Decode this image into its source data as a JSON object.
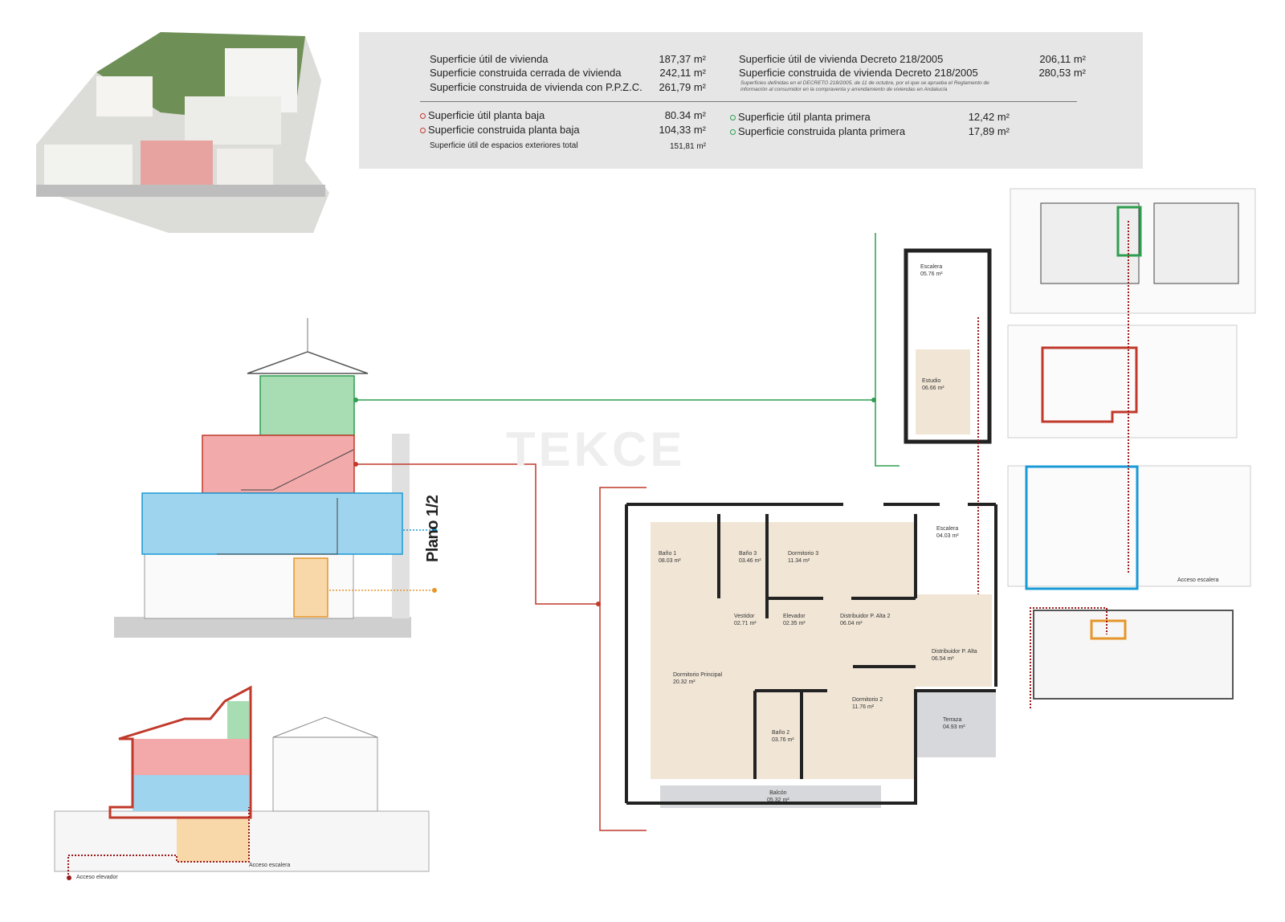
{
  "summary": {
    "left": [
      {
        "label": "Superficie útil de vivienda",
        "value": "187,37 m²"
      },
      {
        "label": "Superficie construida cerrada de vivienda",
        "value": "242,11 m²"
      },
      {
        "label": "Superficie construida de vivienda con P.P.Z.C.",
        "value": "261,79 m²"
      }
    ],
    "right": [
      {
        "label": "Superficie útil de vivienda Decreto 218/2005",
        "value": "206,11 m²"
      },
      {
        "label": "Superficie construida de vivienda Decreto 218/2005",
        "value": "280,53 m²"
      }
    ],
    "note": "Superficies definidas en el DECRETO 218/2005, de 11 de octubre, por el que se aprueba el Reglamento de información al consumidor en la compraventa y arrendamiento de viviendas en Andalucía",
    "ground": [
      {
        "label": "Superficie útil planta baja",
        "value": "80.34 m²"
      },
      {
        "label": "Superficie construida planta baja",
        "value": "104,33 m²"
      }
    ],
    "exterior": {
      "label": "Superficie útil de espacios exteriores total",
      "value": "151,81 m²"
    },
    "first": [
      {
        "label": "Superficie útil planta primera",
        "value": "12,42 m²"
      },
      {
        "label": "Superficie construida planta primera",
        "value": "17,89 m²"
      }
    ],
    "colors": {
      "ground": "#c0392b",
      "first": "#2e9e4f"
    }
  },
  "plan_label": "Plano 1/2",
  "watermark": "TEKCE",
  "studio_rooms": [
    {
      "name": "Escalera",
      "area": "05.76 m²"
    },
    {
      "name": "Estudio",
      "area": "06.66 m²"
    }
  ],
  "rooms": [
    {
      "name": "Baño 1",
      "area": "08.03 m²"
    },
    {
      "name": "Baño 3",
      "area": "03.46 m²"
    },
    {
      "name": "Dormitorio 3",
      "area": "11.34 m²"
    },
    {
      "name": "Escalera",
      "area": "04.03 m²"
    },
    {
      "name": "Vestidor",
      "area": "02.71 m²"
    },
    {
      "name": "Elevador",
      "area": "02.35 m²"
    },
    {
      "name": "Distribuidor P. Alta 2",
      "area": "06.04 m²"
    },
    {
      "name": "Distribuidor P. Alta",
      "area": "06.54 m²"
    },
    {
      "name": "Dormitorio Principal",
      "area": "20.32 m²"
    },
    {
      "name": "Dormitorio 2",
      "area": "11.76 m²"
    },
    {
      "name": "Baño 2",
      "area": "03.76 m²"
    },
    {
      "name": "Terraza",
      "area": "04.93 m²"
    },
    {
      "name": "Balcón",
      "area": "05.32 m²"
    }
  ],
  "site_labels": {
    "acceso_escalera": "Acceso escalera",
    "acceso_elevador": "Acceso elevador"
  },
  "colors": {
    "green": "#2e9e4f",
    "red": "#c0392b",
    "blue": "#1a9ad6",
    "orange": "#e6962a",
    "floor": "#f1e6d6"
  }
}
